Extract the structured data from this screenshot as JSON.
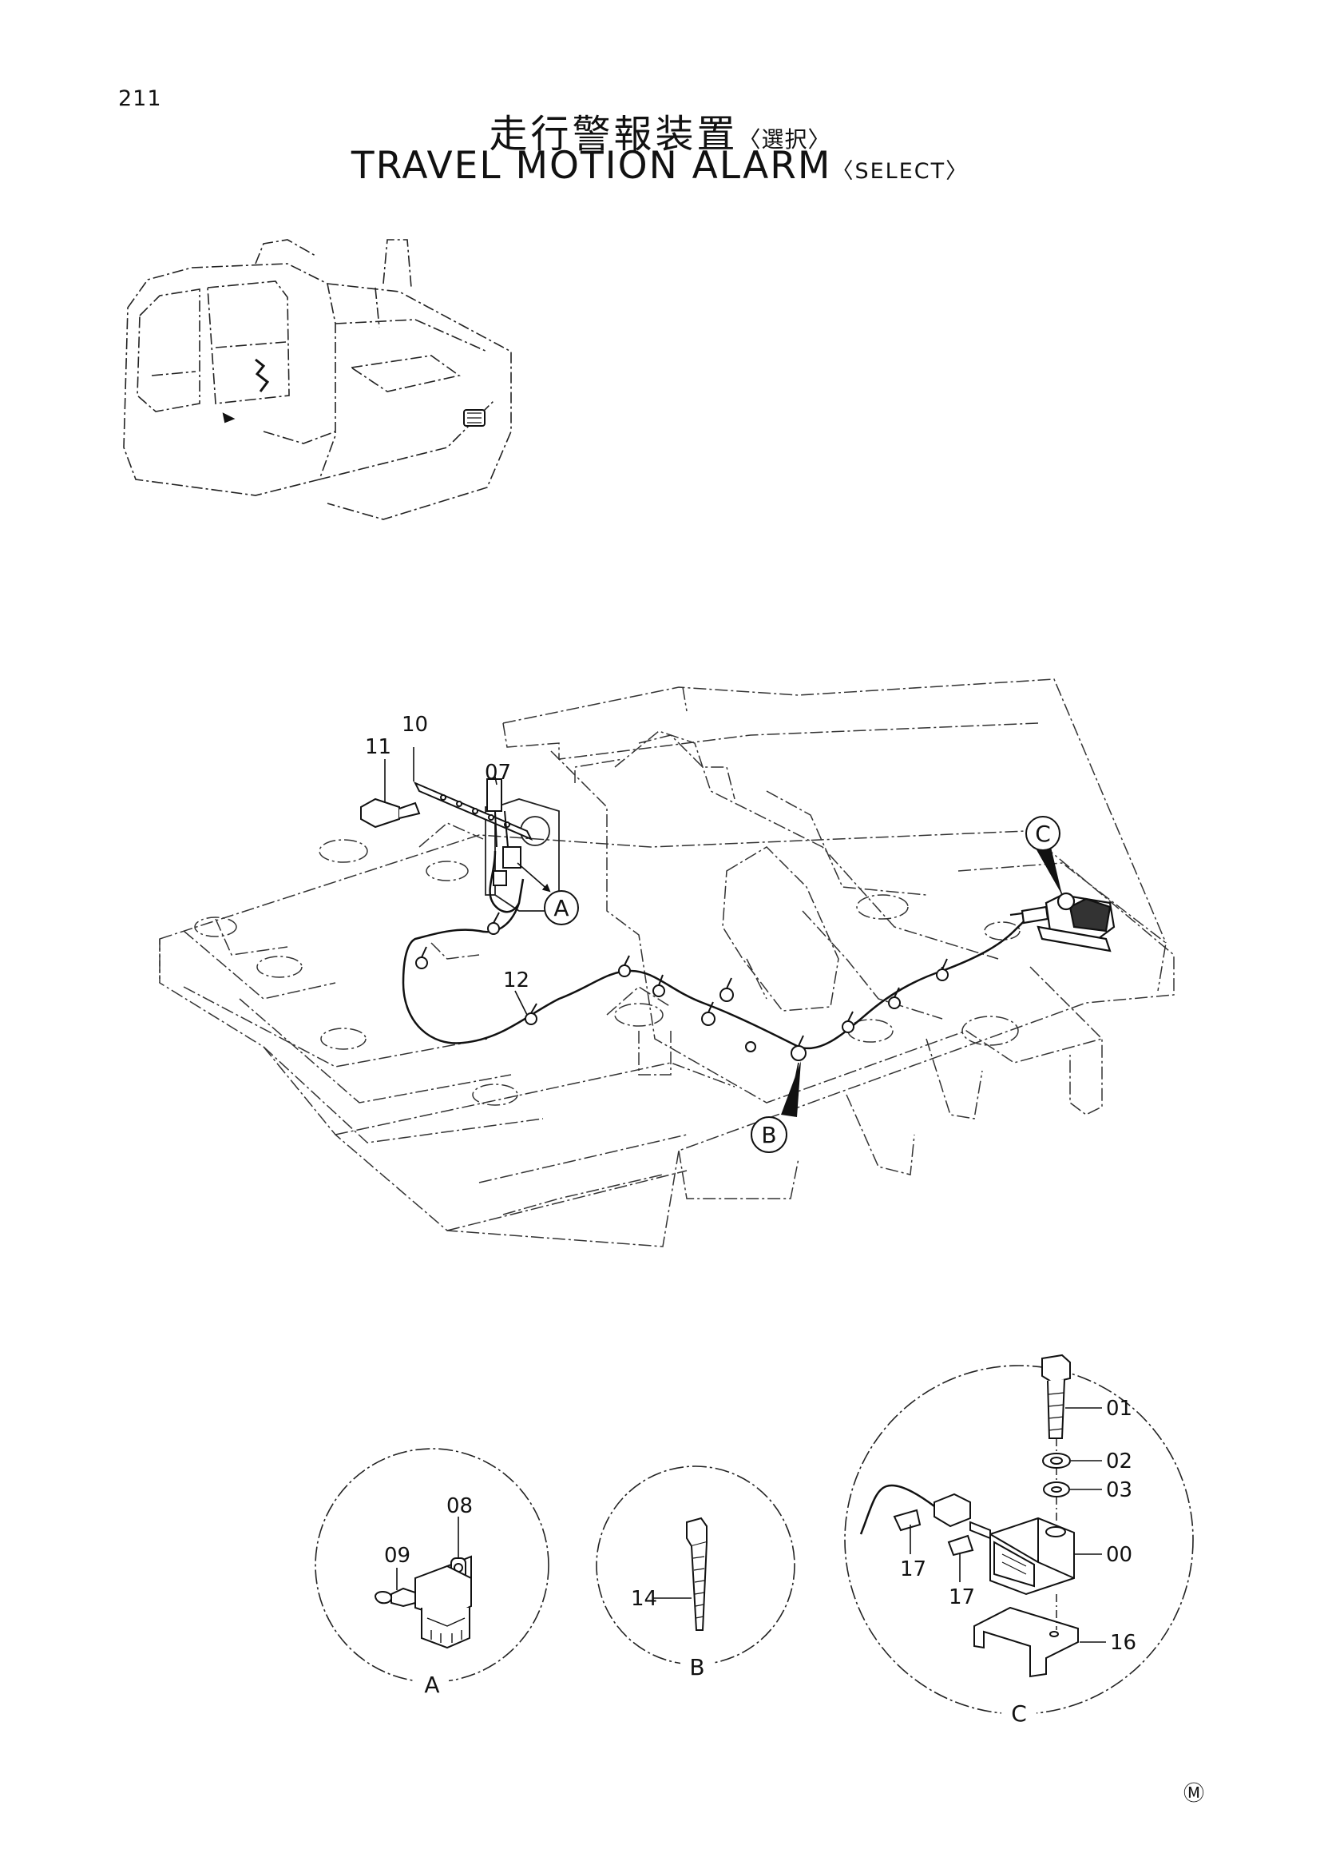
{
  "page": {
    "number": "211",
    "title_jp": "走行警報装置",
    "title_jp_select": "〈選択〉",
    "title_en": "TRAVEL MOTION ALARM",
    "title_en_select": "〈SELECT〉",
    "marker": "Ⓜ"
  },
  "callouts": {
    "p00": "00",
    "p01": "01",
    "p02": "02",
    "p03": "03",
    "p07": "07",
    "p08": "08",
    "p09": "09",
    "p10": "10",
    "p11": "11",
    "p12": "12",
    "p14": "14",
    "p16": "16",
    "p17a": "17",
    "p17b": "17"
  },
  "details": {
    "a": "A",
    "b": "B",
    "c": "C"
  }
}
